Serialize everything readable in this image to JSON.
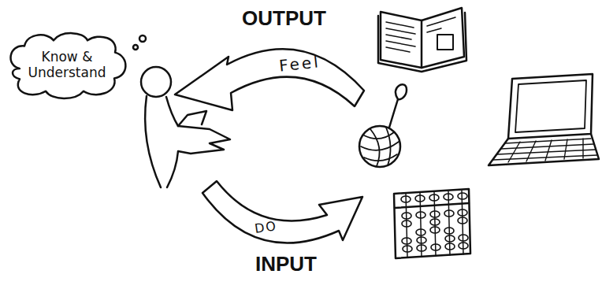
{
  "diagram": {
    "nodes": [
      {
        "text": [
          "Know & Understand"
        ]
      },
      {
        "text": [
          "Feel"
        ]
      },
      {
        "text": [
          "DO"
        ]
      }
    ],
    "labels": [
      "OUTPUT",
      "INPUT"
    ]
  }
}
